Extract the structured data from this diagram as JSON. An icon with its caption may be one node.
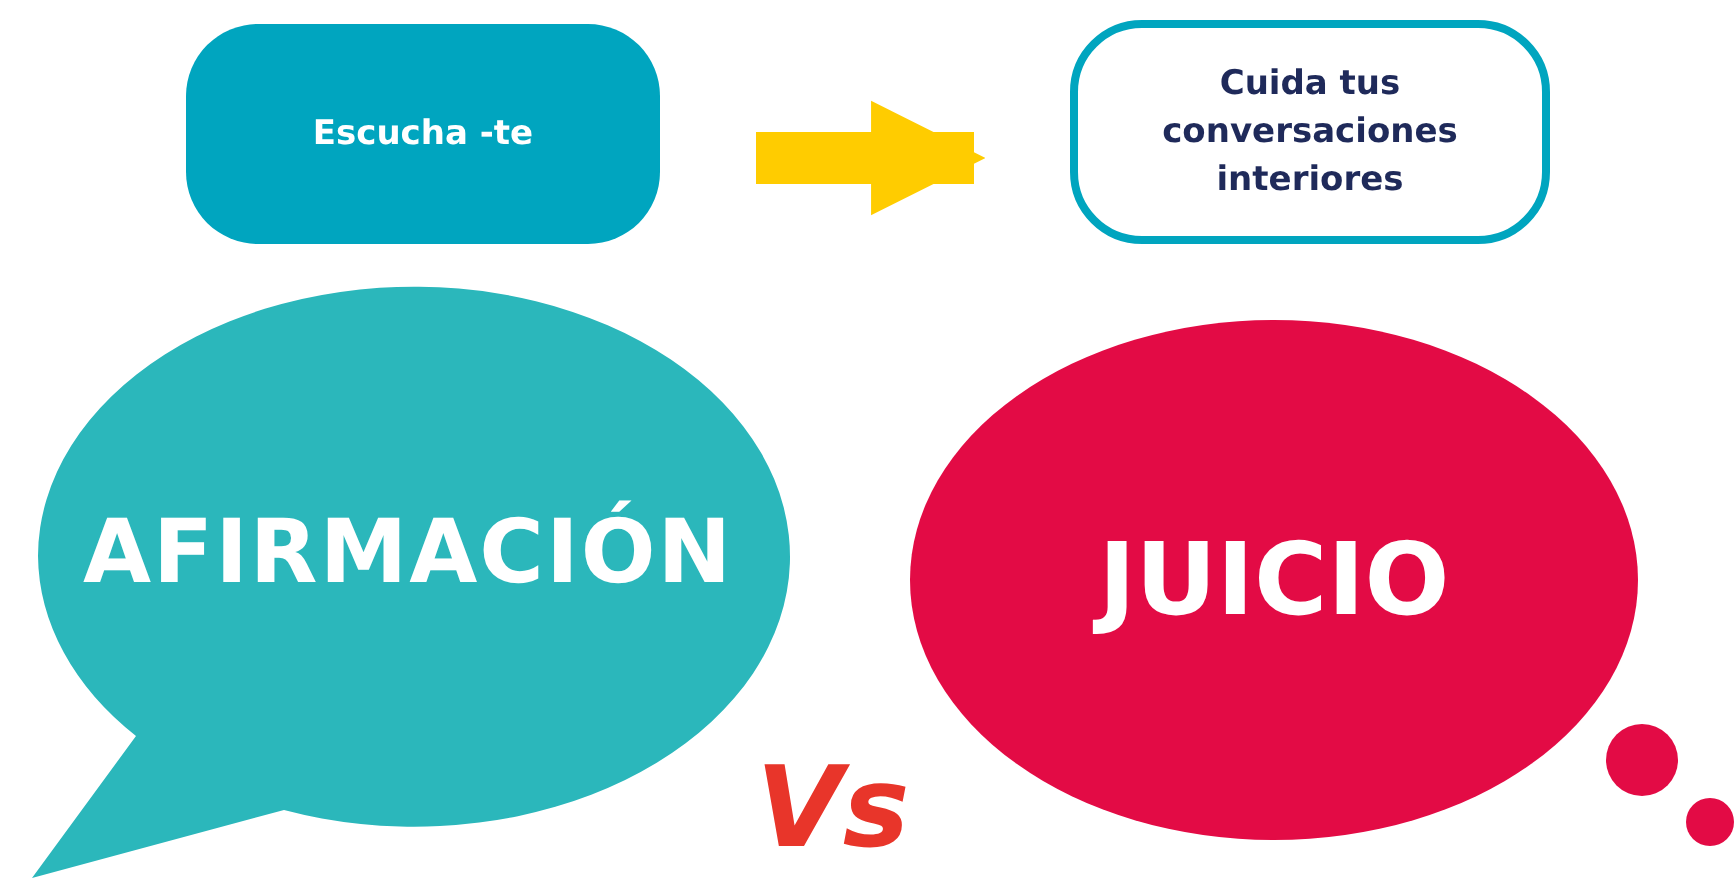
{
  "diagram": {
    "nodes": [
      {
        "text": [
          "Escucha -te"
        ]
      },
      {
        "text": [
          "Cuida tus conversaciones interiores"
        ]
      },
      {
        "text": [
          "AFIRMACIÓN"
        ]
      },
      {
        "text": [
          "JUICIO"
        ]
      }
    ],
    "edges": [
      {
        "from": 0,
        "to": 1,
        "arrow": "to"
      }
    ],
    "labels": [
      "Vs"
    ]
  }
}
